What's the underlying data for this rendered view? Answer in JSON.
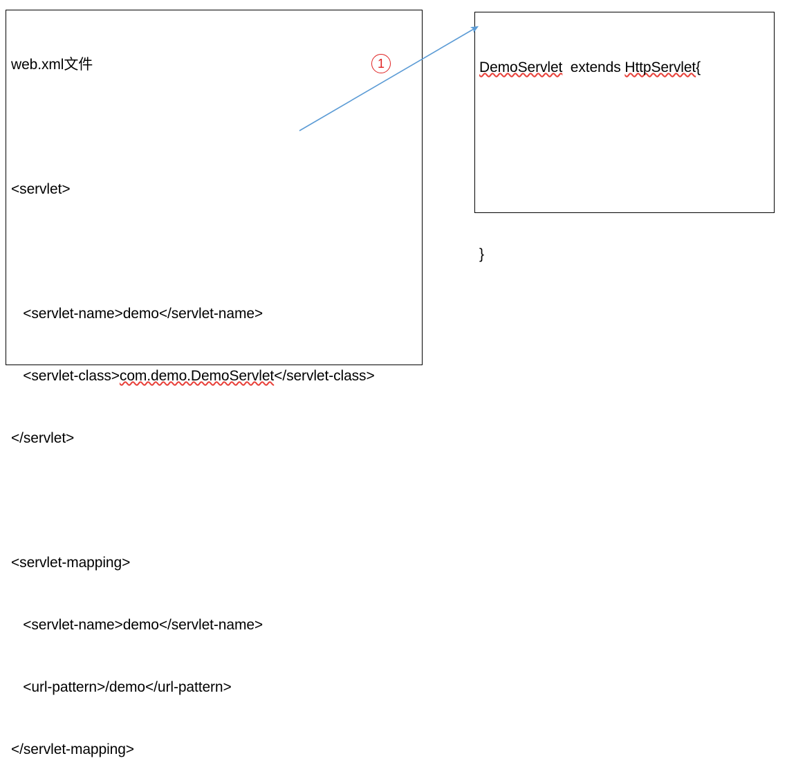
{
  "diagram": {
    "title_text": "web.xml文件",
    "accent_blue": "#5b9bd5",
    "annotation_red": "#e02020",
    "spellcheck_red": "#e8413a"
  },
  "webxml_panel": {
    "name": "web.xml configuration box",
    "lines": [
      "web.xml文件",
      "",
      "<servlet>",
      "",
      "   <servlet-name>demo</servlet-name>",
      "   <servlet-class>",
      "</servlet>",
      "",
      "<servlet-mapping>",
      "   <servlet-name>demo</servlet-name>",
      "   <url-pattern>/demo</url-pattern>",
      "</servlet-mapping>"
    ],
    "servlet_class_prefix": "   <servlet-class>",
    "servlet_class_value": "com.demo.DemoServlet",
    "servlet_class_suffix": "</servlet-class>"
  },
  "servlet_panel": {
    "name": "DemoServlet java class box",
    "class_name": "DemoServlet",
    "gap": "  ",
    "extends_keyword": "extends",
    "space": " ",
    "super_class": "HttpServlet",
    "open_brace": "{",
    "close_brace": "}"
  },
  "annotation": {
    "callout_label": "①",
    "callout_number": "1"
  }
}
